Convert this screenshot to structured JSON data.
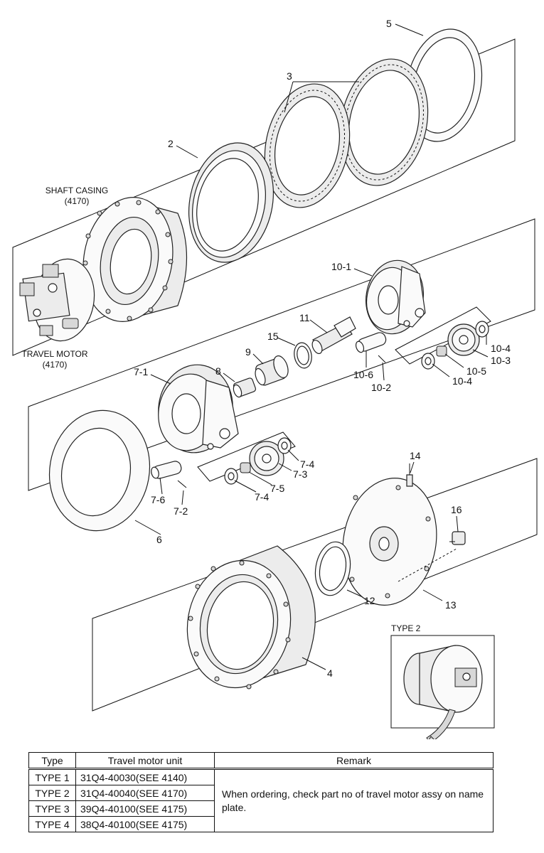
{
  "diagram": {
    "part_labels": {
      "p2": "2",
      "p3": "3",
      "p4": "4",
      "p5": "5",
      "p6": "6",
      "p7_1": "7-1",
      "p7_2": "7-2",
      "p7_3": "7-3",
      "p7_4a": "7-4",
      "p7_4b": "7-4",
      "p7_5": "7-5",
      "p7_6": "7-6",
      "p8": "8",
      "p9": "9",
      "p10_1": "10-1",
      "p10_2": "10-2",
      "p10_3": "10-3",
      "p10_4a": "10-4",
      "p10_4b": "10-4",
      "p10_5": "10-5",
      "p10_6": "10-6",
      "p11": "11",
      "p12": "12",
      "p13": "13",
      "p14": "14",
      "p15": "15",
      "p16": "16"
    },
    "shaft_casing": {
      "name": "SHAFT CASING",
      "ref": "(4170)"
    },
    "travel_motor": {
      "name": "TRAVEL MOTOR",
      "ref": "(4170)"
    },
    "inset_label": "TYPE 2"
  },
  "table": {
    "headers": {
      "type": "Type",
      "unit": "Travel motor unit",
      "remark": "Remark"
    },
    "rows": [
      {
        "type": "TYPE 1",
        "unit": "31Q4-40030(SEE 4140)"
      },
      {
        "type": "TYPE 2",
        "unit": "31Q4-40040(SEE 4170)"
      },
      {
        "type": "TYPE 3",
        "unit": "39Q4-40100(SEE 4175)"
      },
      {
        "type": "TYPE 4",
        "unit": "38Q4-40100(SEE 4175)"
      }
    ],
    "remark": "When ordering, check part no of travel motor assy on name plate."
  }
}
